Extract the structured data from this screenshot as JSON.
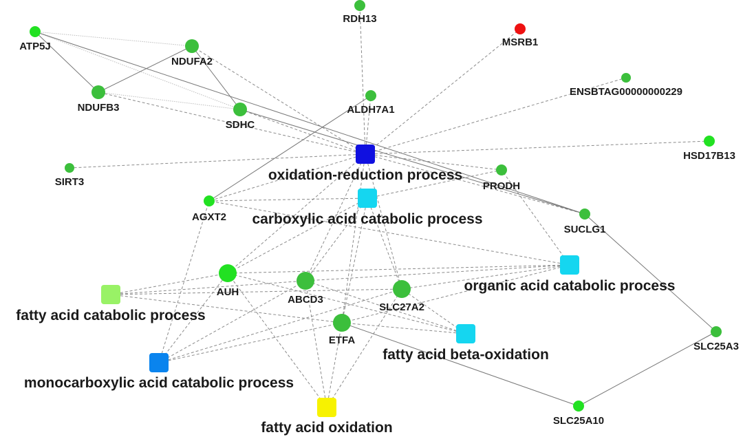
{
  "colors": {
    "gene_default": "#3cbf3c",
    "gene_bright": "#22e122",
    "gene_red": "#ee1111",
    "term_dark_blue": "#1010e0",
    "term_mid_blue": "#0a84ee",
    "term_cyan": "#15d6f0",
    "term_light_green": "#99f266",
    "term_yellow": "#f7f200",
    "edge_dashed": "#8a8a8a",
    "edge_solid": "#777777",
    "edge_dotted": "#bdbdbd"
  },
  "genes": [
    {
      "id": "RDH13",
      "label": "RDH13",
      "color": "gene_default",
      "size": "small"
    },
    {
      "id": "MSRB1",
      "label": "MSRB1",
      "color": "gene_red",
      "size": "small"
    },
    {
      "id": "ATP5J",
      "label": "ATP5J",
      "color": "gene_bright",
      "size": "small"
    },
    {
      "id": "NDUFA2",
      "label": "NDUFA2",
      "color": "gene_default",
      "size": "medium"
    },
    {
      "id": "NDUFB3",
      "label": "NDUFB3",
      "color": "gene_default",
      "size": "medium"
    },
    {
      "id": "SDHC",
      "label": "SDHC",
      "color": "gene_default",
      "size": "medium"
    },
    {
      "id": "ALDH7A1",
      "label": "ALDH7A1",
      "color": "gene_default",
      "size": "small"
    },
    {
      "id": "ENSBTAG",
      "label": "ENSBTAG00000000229",
      "color": "gene_default",
      "size": "tiny"
    },
    {
      "id": "HSD17B13",
      "label": "HSD17B13",
      "color": "gene_bright",
      "size": "small"
    },
    {
      "id": "SIRT3",
      "label": "SIRT3",
      "color": "gene_default",
      "size": "tiny"
    },
    {
      "id": "PRODH",
      "label": "PRODH",
      "color": "gene_default",
      "size": "small"
    },
    {
      "id": "AGXT2",
      "label": "AGXT2",
      "color": "gene_bright",
      "size": "small"
    },
    {
      "id": "SUCLG1",
      "label": "SUCLG1",
      "color": "gene_default",
      "size": "small"
    },
    {
      "id": "AUH",
      "label": "AUH",
      "color": "gene_bright",
      "size": "large"
    },
    {
      "id": "ABCD3",
      "label": "ABCD3",
      "color": "gene_default",
      "size": "large"
    },
    {
      "id": "SLC27A2",
      "label": "SLC27A2",
      "color": "gene_default",
      "size": "large"
    },
    {
      "id": "ETFA",
      "label": "ETFA",
      "color": "gene_default",
      "size": "large"
    },
    {
      "id": "SLC25A3",
      "label": "SLC25A3",
      "color": "gene_default",
      "size": "small"
    },
    {
      "id": "SLC25A10",
      "label": "SLC25A10",
      "color": "gene_bright",
      "size": "small"
    }
  ],
  "terms": [
    {
      "id": "oxred",
      "label": "oxidation-reduction process",
      "color": "term_dark_blue"
    },
    {
      "id": "carbcat",
      "label": "carboxylic acid catabolic process",
      "color": "term_cyan"
    },
    {
      "id": "orgcat",
      "label": "organic acid catabolic process",
      "color": "term_cyan"
    },
    {
      "id": "facat",
      "label": "fatty acid catabolic process",
      "color": "term_light_green"
    },
    {
      "id": "fabeta",
      "label": "fatty acid beta-oxidation",
      "color": "term_cyan"
    },
    {
      "id": "monocat",
      "label": "monocarboxylic acid catabolic process",
      "color": "term_mid_blue"
    },
    {
      "id": "faox",
      "label": "fatty acid oxidation",
      "color": "term_yellow"
    }
  ],
  "edges": [
    {
      "from": "oxred",
      "to": "RDH13",
      "style": "dashed"
    },
    {
      "from": "oxred",
      "to": "MSRB1",
      "style": "dashed"
    },
    {
      "from": "oxred",
      "to": "NDUFA2",
      "style": "dashed"
    },
    {
      "from": "oxred",
      "to": "NDUFB3",
      "style": "dashed"
    },
    {
      "from": "oxred",
      "to": "SDHC",
      "style": "dashed"
    },
    {
      "from": "oxred",
      "to": "ALDH7A1",
      "style": "dashed"
    },
    {
      "from": "oxred",
      "to": "ENSBTAG",
      "style": "dashed"
    },
    {
      "from": "oxred",
      "to": "HSD17B13",
      "style": "dashed"
    },
    {
      "from": "oxred",
      "to": "SIRT3",
      "style": "dashed"
    },
    {
      "from": "oxred",
      "to": "AGXT2",
      "style": "dashed"
    },
    {
      "from": "oxred",
      "to": "ABCD3",
      "style": "dashed"
    },
    {
      "from": "oxred",
      "to": "SLC27A2",
      "style": "dashed"
    },
    {
      "from": "oxred",
      "to": "ETFA",
      "style": "dashed"
    },
    {
      "from": "oxred",
      "to": "AUH",
      "style": "dashed"
    },
    {
      "from": "oxred",
      "to": "PRODH",
      "style": "dashed"
    },
    {
      "from": "oxred",
      "to": "SUCLG1",
      "style": "dashed"
    },
    {
      "from": "carbcat",
      "to": "AGXT2",
      "style": "dashed"
    },
    {
      "from": "carbcat",
      "to": "PRODH",
      "style": "dashed"
    },
    {
      "from": "carbcat",
      "to": "ABCD3",
      "style": "dashed"
    },
    {
      "from": "carbcat",
      "to": "SLC27A2",
      "style": "dashed"
    },
    {
      "from": "carbcat",
      "to": "ETFA",
      "style": "dashed"
    },
    {
      "from": "carbcat",
      "to": "AUH",
      "style": "dashed"
    },
    {
      "from": "orgcat",
      "to": "AGXT2",
      "style": "dashed"
    },
    {
      "from": "orgcat",
      "to": "PRODH",
      "style": "dashed"
    },
    {
      "from": "orgcat",
      "to": "AUH",
      "style": "dashed"
    },
    {
      "from": "orgcat",
      "to": "ABCD3",
      "style": "dashed"
    },
    {
      "from": "orgcat",
      "to": "SLC27A2",
      "style": "dashed"
    },
    {
      "from": "orgcat",
      "to": "ETFA",
      "style": "dashed"
    },
    {
      "from": "facat",
      "to": "AUH",
      "style": "dashed"
    },
    {
      "from": "facat",
      "to": "ABCD3",
      "style": "dashed"
    },
    {
      "from": "facat",
      "to": "SLC27A2",
      "style": "dashed"
    },
    {
      "from": "facat",
      "to": "ETFA",
      "style": "dashed"
    },
    {
      "from": "fabeta",
      "to": "AUH",
      "style": "dashed"
    },
    {
      "from": "fabeta",
      "to": "ABCD3",
      "style": "dashed"
    },
    {
      "from": "fabeta",
      "to": "SLC27A2",
      "style": "dashed"
    },
    {
      "from": "fabeta",
      "to": "ETFA",
      "style": "dashed"
    },
    {
      "from": "monocat",
      "to": "AGXT2",
      "style": "dashed"
    },
    {
      "from": "monocat",
      "to": "AUH",
      "style": "dashed"
    },
    {
      "from": "monocat",
      "to": "ABCD3",
      "style": "dashed"
    },
    {
      "from": "monocat",
      "to": "SLC27A2",
      "style": "dashed"
    },
    {
      "from": "monocat",
      "to": "ETFA",
      "style": "dashed"
    },
    {
      "from": "faox",
      "to": "AUH",
      "style": "dashed"
    },
    {
      "from": "faox",
      "to": "ABCD3",
      "style": "dashed"
    },
    {
      "from": "faox",
      "to": "SLC27A2",
      "style": "dashed"
    },
    {
      "from": "faox",
      "to": "ETFA",
      "style": "dashed"
    },
    {
      "from": "ATP5J",
      "to": "NDUFA2",
      "style": "dotted"
    },
    {
      "from": "ATP5J",
      "to": "SDHC",
      "style": "dotted"
    },
    {
      "from": "ATP5J",
      "to": "NDUFB3",
      "style": "solid"
    },
    {
      "from": "ATP5J",
      "to": "SUCLG1",
      "style": "solid"
    },
    {
      "from": "NDUFA2",
      "to": "NDUFB3",
      "style": "solid"
    },
    {
      "from": "NDUFA2",
      "to": "SDHC",
      "style": "solid"
    },
    {
      "from": "NDUFB3",
      "to": "SDHC",
      "style": "dotted"
    },
    {
      "from": "SDHC",
      "to": "SUCLG1",
      "style": "solid"
    },
    {
      "from": "ALDH7A1",
      "to": "AGXT2",
      "style": "solid"
    },
    {
      "from": "SUCLG1",
      "to": "SLC25A3",
      "style": "solid"
    },
    {
      "from": "SLC25A3",
      "to": "SLC25A10",
      "style": "solid"
    },
    {
      "from": "SLC25A10",
      "to": "ETFA",
      "style": "solid"
    }
  ]
}
